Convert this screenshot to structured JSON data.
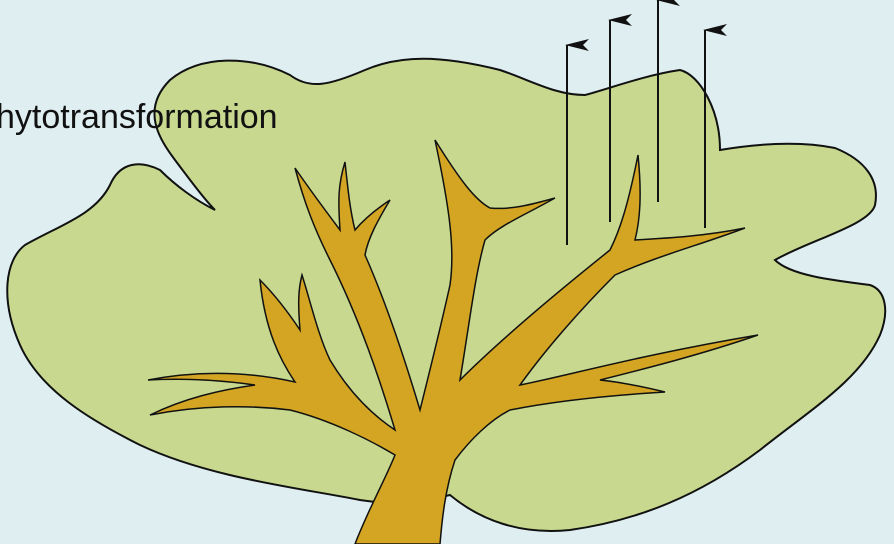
{
  "figure": {
    "label": "hytotransformation",
    "colors": {
      "background": "#dfeef0",
      "canopy_fill": "#c8d98f",
      "trunk_fill": "#d3a523",
      "outline": "#111111",
      "arrow": "#111111"
    },
    "icons": {
      "canopy": "tree-canopy",
      "trunk": "tree-trunk-branches",
      "arrows": "upward-arrows"
    }
  }
}
